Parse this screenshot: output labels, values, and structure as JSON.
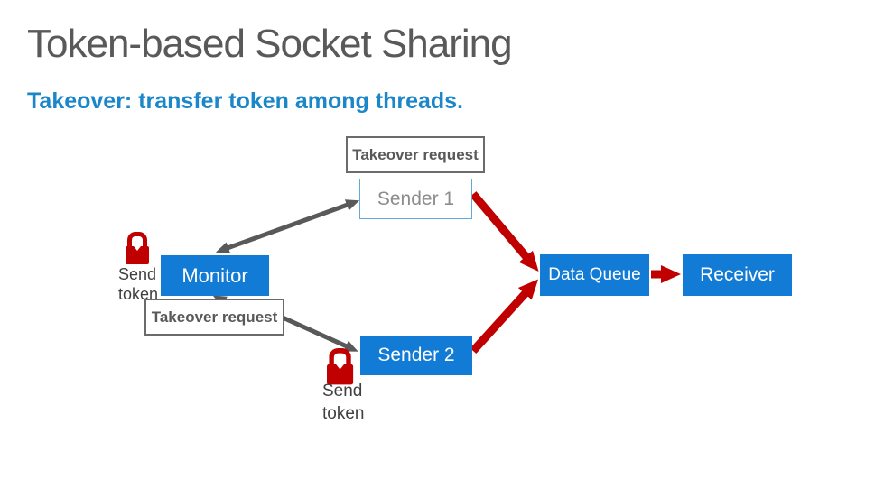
{
  "slide": {
    "title": "Token-based Socket Sharing",
    "subtitle": "Takeover: transfer token among threads."
  },
  "diagram": {
    "nodes": [
      {
        "id": "takeover_request_top",
        "label": "Takeover request",
        "type": "label-box"
      },
      {
        "id": "sender1",
        "label": "Sender 1",
        "type": "outline-box"
      },
      {
        "id": "monitor",
        "label": "Monitor",
        "type": "solid-box"
      },
      {
        "id": "takeover_request_left",
        "label": "Takeover request",
        "type": "label-box"
      },
      {
        "id": "sender2",
        "label": "Sender 2",
        "type": "solid-box"
      },
      {
        "id": "data_queue",
        "label": "Data Queue",
        "type": "solid-box"
      },
      {
        "id": "receiver",
        "label": "Receiver",
        "type": "solid-box"
      }
    ],
    "annotations": [
      {
        "id": "send_token_monitor",
        "icon": "lock-icon",
        "lines": [
          "Send",
          "token"
        ]
      },
      {
        "id": "send_token_sender2",
        "icon": "lock-icon",
        "lines": [
          "Send",
          "token"
        ]
      }
    ],
    "edges": [
      {
        "from": "monitor",
        "to": "sender1",
        "style": "gray-double-arrow"
      },
      {
        "from": "takeover_request_left",
        "to": "monitor",
        "style": "gray-arrow"
      },
      {
        "from": "takeover_request_left",
        "to": "sender2",
        "style": "gray-arrow"
      },
      {
        "from": "sender1",
        "to": "data_queue",
        "style": "red-arrow"
      },
      {
        "from": "sender2",
        "to": "data_queue",
        "style": "red-arrow"
      },
      {
        "from": "data_queue",
        "to": "receiver",
        "style": "red-arrow"
      }
    ],
    "colors": {
      "node_blue": "#127bd5",
      "outline_blue": "#63a8d8",
      "arrow_gray": "#595959",
      "arrow_red": "#c00000",
      "lock_red": "#c00000",
      "title_gray": "#595959",
      "subtitle_blue": "#1b86c8",
      "label_border_gray": "#6b6b6b"
    }
  }
}
